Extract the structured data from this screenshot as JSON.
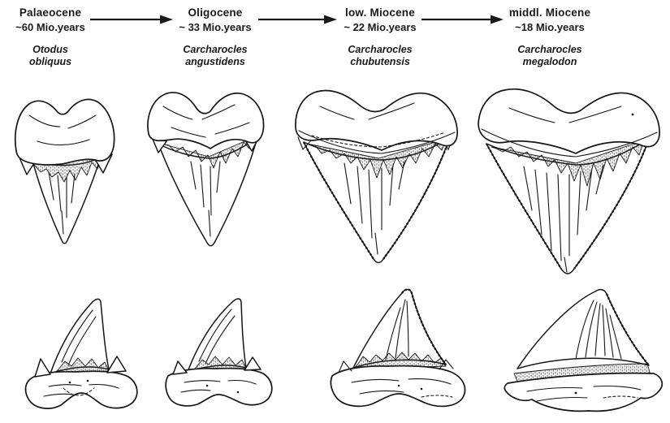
{
  "page": {
    "background": "#ffffff",
    "ink": "#1a1a1a"
  },
  "diagram": {
    "type": "evolution-sequence",
    "stages": [
      {
        "period": "Palaeocene",
        "age": "~60 Mio.years",
        "genus": "Otodus",
        "species": "obliquus"
      },
      {
        "period": "Oligocene",
        "age": "~ 33 Mio.years",
        "genus": "Carcharocles",
        "species": "angustidens"
      },
      {
        "period": "low. Miocene",
        "age": "~ 22 Mio.years",
        "genus": "Carcharocles",
        "species": "chubutensis"
      },
      {
        "period": "middl. Miocene",
        "age": "~18 Mio.years",
        "genus": "Carcharocles",
        "species": "megalodon"
      }
    ],
    "icons": {
      "arrow": "arrow-right-icon"
    },
    "illustrations": [
      {
        "stage": "Palaeocene",
        "row": "upper",
        "view": "anterior tooth"
      },
      {
        "stage": "Oligocene",
        "row": "upper",
        "view": "anterior tooth"
      },
      {
        "stage": "low. Miocene",
        "row": "upper",
        "view": "anterior tooth"
      },
      {
        "stage": "middl. Miocene",
        "row": "upper",
        "view": "anterior tooth"
      },
      {
        "stage": "Palaeocene",
        "row": "lower",
        "view": "lateral tooth"
      },
      {
        "stage": "Oligocene",
        "row": "lower",
        "view": "lateral tooth"
      },
      {
        "stage": "low. Miocene",
        "row": "lower",
        "view": "lateral tooth"
      },
      {
        "stage": "middl. Miocene",
        "row": "lower",
        "view": "lateral tooth"
      }
    ]
  }
}
